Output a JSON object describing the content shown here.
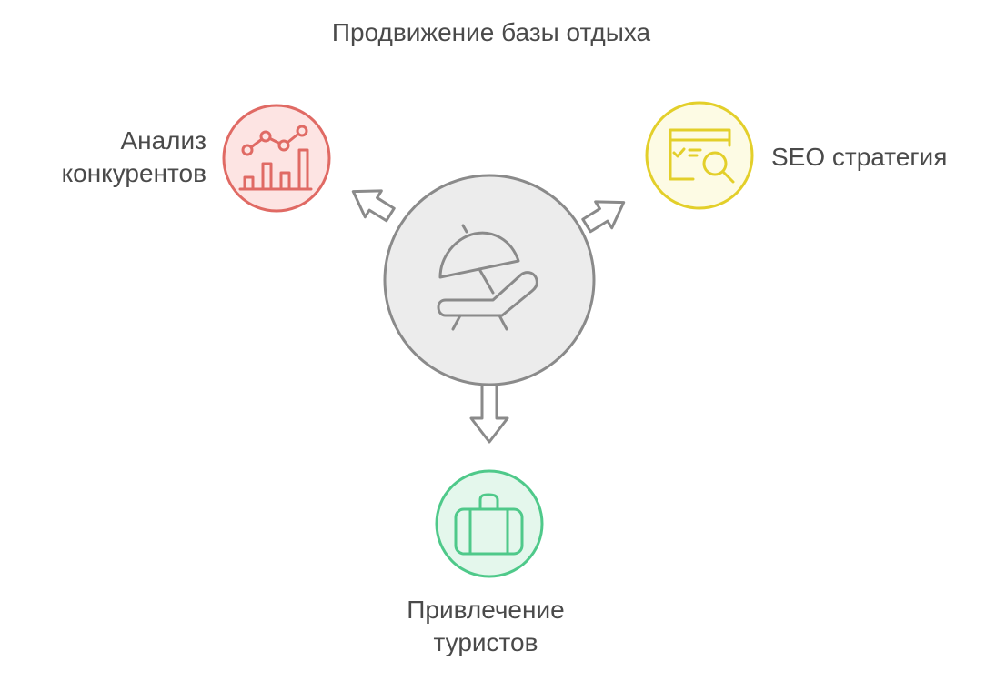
{
  "title": "Продвижение базы отдыха",
  "center": {
    "icon": "beach-umbrella-lounger-icon"
  },
  "nodes": [
    {
      "id": "competitor-analysis",
      "lines": [
        "Анализ",
        "конкурентов"
      ],
      "icon": "analytics-chart-icon",
      "stroke": "#e06a64",
      "fill": "#fde4e3"
    },
    {
      "id": "seo-strategy",
      "lines": [
        "SEO стратегия"
      ],
      "icon": "browser-search-icon",
      "stroke": "#e3cf2a",
      "fill": "#fdfbe4"
    },
    {
      "id": "attract-tourists",
      "lines": [
        "Привлечение",
        "туристов"
      ],
      "icon": "suitcase-icon",
      "stroke": "#4fc98a",
      "fill": "#e4f7ec"
    }
  ],
  "colors": {
    "center_stroke": "#8a8a8a",
    "center_fill": "#ececec",
    "text": "#4a4a4a"
  }
}
